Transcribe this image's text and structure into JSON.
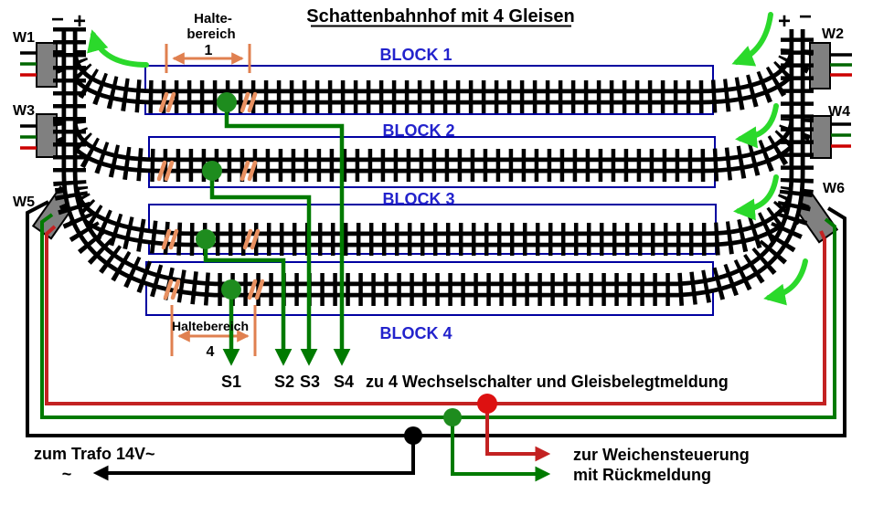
{
  "title": "Schattenbahnhof mit 4 Gleisen",
  "terminals": {
    "left_minus": "−",
    "left_plus": "+",
    "right_plus": "+",
    "right_minus": "−"
  },
  "switch_labels": {
    "w1": "W1",
    "w2": "W2",
    "w3": "W3",
    "w4": "W4",
    "w5": "W5",
    "w6": "W6"
  },
  "block_labels": {
    "b1": "BLOCK 1",
    "b2": "BLOCK 2",
    "b3": "BLOCK 3",
    "b4": "BLOCK 4"
  },
  "halte_top": {
    "line1": "Halte-",
    "line2": "bereich",
    "number": "1"
  },
  "halte_bottom": {
    "label": "Haltebereich",
    "number": "4"
  },
  "signal_labels": {
    "s1": "S1",
    "s2": "S2",
    "s3": "S3",
    "s4": "S4"
  },
  "signal_caption": "zu 4 Wechselschalter und Gleisbelegtmeldung",
  "trafo_label": "zum Trafo 14V~",
  "trafo_tilde": "~",
  "weichen_line1": "zur Weichensteuerung",
  "weichen_line2": "mit Rückmeldung",
  "colors": {
    "track_black": "#000000",
    "block_outline_blue": "#0000A0",
    "block_label_blue": "#2222CC",
    "sensor_dot_green": "#1E8C1E",
    "wire_green": "#007A00",
    "wire_red": "#C32222",
    "wire_black": "#000000",
    "stub_green": "#006600",
    "stub_red": "#CC0000",
    "isolator_orange": "#E89060",
    "dimension_orange": "#E08050",
    "direction_arrow_green": "#2BD92B",
    "switch_box_gray": "#808080",
    "plus_red": "#DD0000"
  }
}
